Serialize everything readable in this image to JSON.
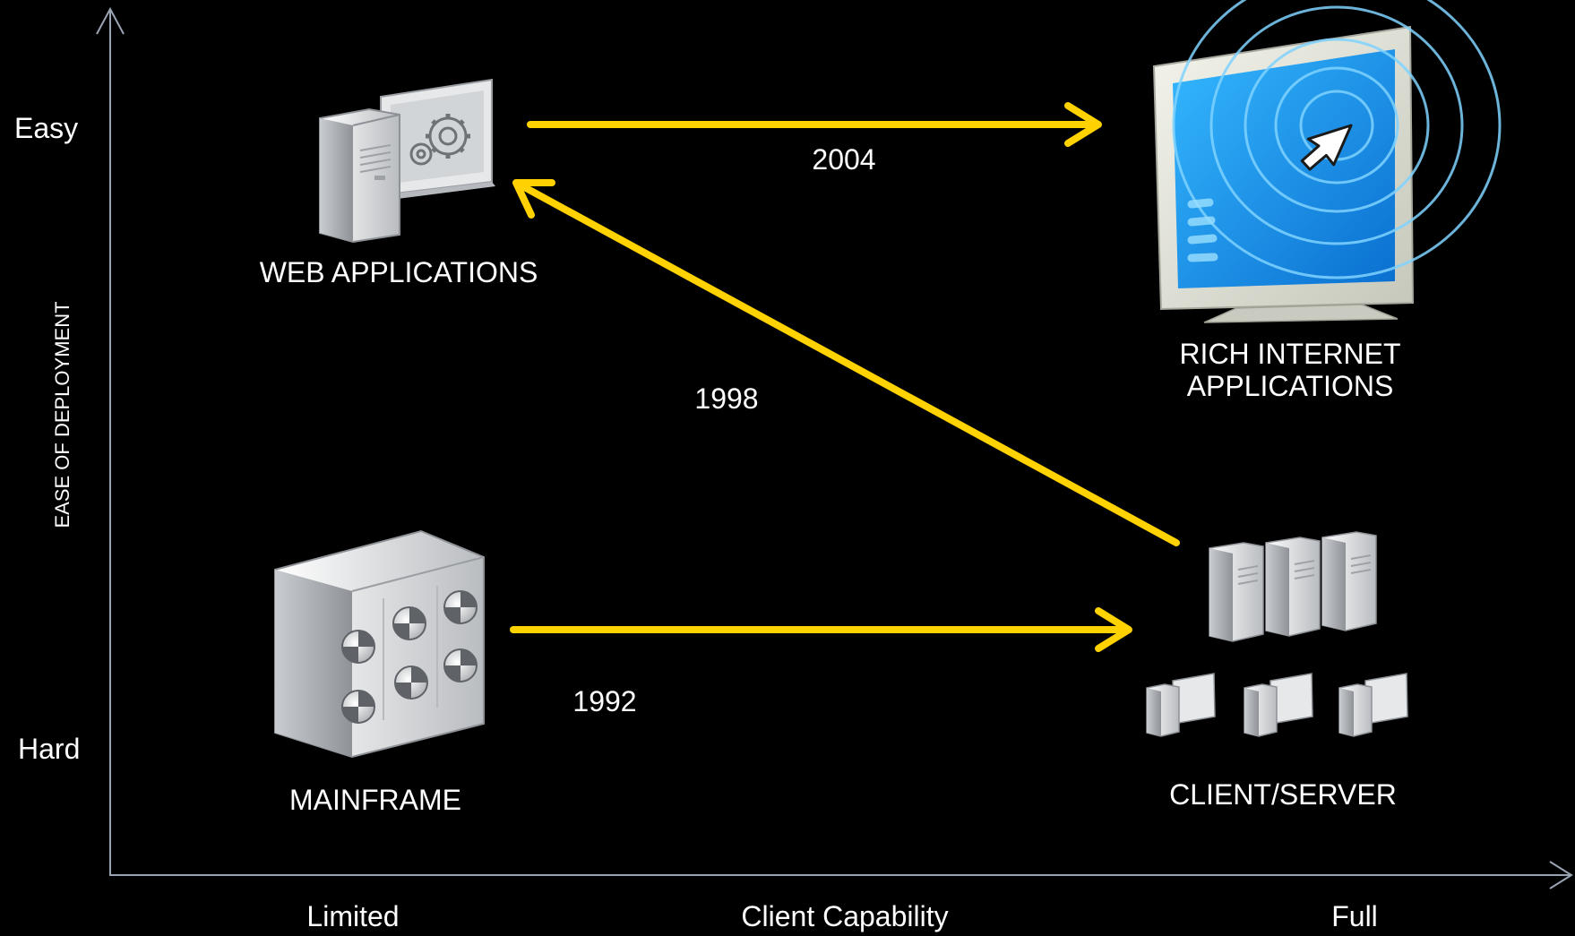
{
  "axes": {
    "x_title": "Client Capability",
    "x_low": "Limited",
    "x_high": "Full",
    "y_title": "EASE OF DEPLOYMENT",
    "y_high": "Easy",
    "y_low": "Hard"
  },
  "nodes": {
    "web_applications": {
      "label": "WEB APPLICATIONS",
      "icon": "web-server-icon"
    },
    "rich_internet_applications": {
      "label": "RICH INTERNET APPLICATIONS",
      "icon": "monitor-cursor-icon"
    },
    "mainframe": {
      "label": "MAINFRAME",
      "icon": "mainframe-icon"
    },
    "client_server": {
      "label": "CLIENT/SERVER",
      "icon": "client-server-icon"
    }
  },
  "transitions": [
    {
      "from": "MAINFRAME",
      "to": "CLIENT/SERVER",
      "year": "1992"
    },
    {
      "from": "CLIENT/SERVER",
      "to": "WEB APPLICATIONS",
      "year": "1998"
    },
    {
      "from": "WEB APPLICATIONS",
      "to": "RICH INTERNET APPLICATIONS",
      "year": "2004"
    }
  ],
  "colors": {
    "background": "#000000",
    "arrow": "#FFD200",
    "axis": "#9AA3B2",
    "text": "#FFFFFF"
  }
}
